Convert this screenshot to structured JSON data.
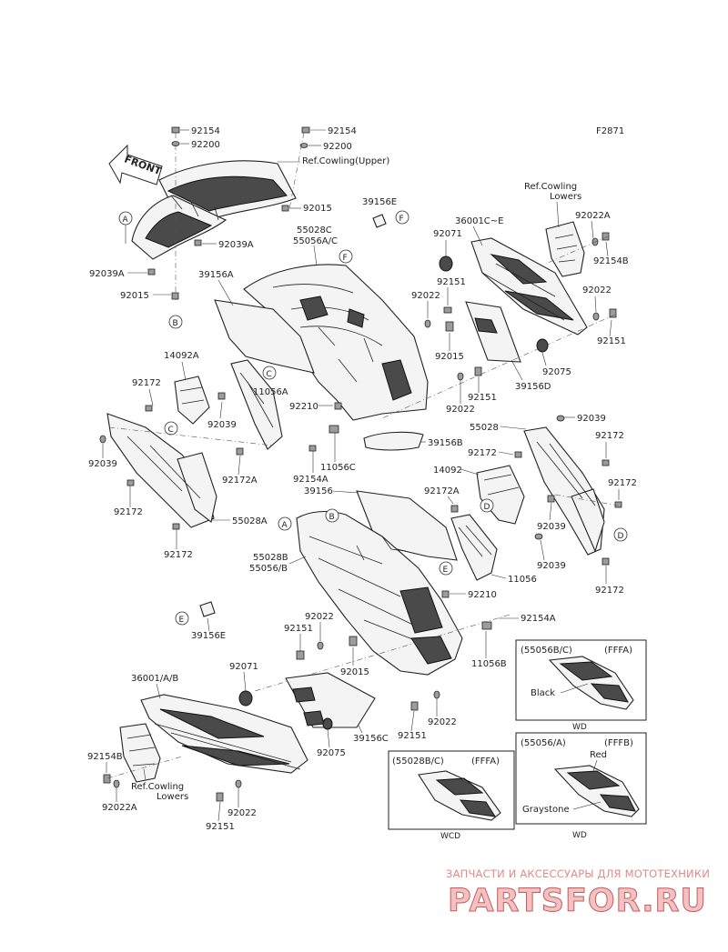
{
  "figure_code": "F2871",
  "front_label": "FRONT",
  "ref_notes": {
    "cowling_upper": "Ref.Cowling(Upper)",
    "cowling_lowers_top_l1": "Ref.Cowling",
    "cowling_lowers_top_l2": "Lowers",
    "cowling_lowers_bottom_l1": "Ref.Cowling",
    "cowling_lowers_bottom_l2": "Lowers"
  },
  "callouts": {
    "A1": "A",
    "A2": "A",
    "B1": "B",
    "B2": "B",
    "C1": "C",
    "C2": "C",
    "D1": "D",
    "D2": "D",
    "E1": "E",
    "E2": "E",
    "F1": "F",
    "F2": "F"
  },
  "part_labels": {
    "p92154_l": "92154",
    "p92200_l": "92200",
    "p92154_r": "92154",
    "p92200_r": "92200",
    "p92015_top": "92015",
    "p39156E_top": "39156E",
    "p92039A_r": "92039A",
    "p92039A_l": "92039A",
    "p92015_l": "92015",
    "p55028C": "55028C",
    "p55056AC": "55056A/C",
    "p39156A": "39156A",
    "p36001CE": "36001C~E",
    "p92071_top": "92071",
    "p92022A_top": "92022A",
    "p92154B_top": "92154B",
    "p92151_a": "92151",
    "p92022_a": "92022",
    "p92022_b": "92022",
    "p92151_b": "92151",
    "p92015_mid": "92015",
    "p92075_top": "92075",
    "p39156D": "39156D",
    "p92151_c": "92151",
    "p92022_c": "92022",
    "p14092A": "14092A",
    "p92172_a": "92172",
    "p11056A": "11056A",
    "p92039_l": "92039",
    "p92210_top": "92210",
    "p39156B": "39156B",
    "p11056C": "11056C",
    "p92154A_mid": "92154A",
    "p92172A_l": "92172A",
    "p92039_far": "92039",
    "p92172_b": "92172",
    "p55028A": "55028A",
    "p92172_c": "92172",
    "p92039_r": "92039",
    "p55028": "55028",
    "p92172_d": "92172",
    "p92172_e": "92172",
    "p14092": "14092",
    "p39156": "39156",
    "p92172A_r": "92172A",
    "p92172_f": "92172",
    "p92039_r2": "92039",
    "p92039_r3": "92039",
    "p55028B": "55028B",
    "p55056B": "55056/B",
    "p11056": "11056",
    "p92172_g": "92172",
    "p92210_mid": "92210",
    "p39156E_l": "39156E",
    "p92022_d": "92022",
    "p92151_d": "92151",
    "p92154A_r": "92154A",
    "p92015_bot": "92015",
    "p11056B": "11056B",
    "p36001AB": "36001/A/B",
    "p92071_bot": "92071",
    "p92022_e": "92022",
    "p92151_e": "92151",
    "p39156C": "39156C",
    "p92075_bot": "92075",
    "p92154B_bot": "92154B",
    "p92022A_bot": "92022A",
    "p92022_f": "92022",
    "p92151_f": "92151"
  },
  "insets": {
    "i1": {
      "code": "(55056B/C)",
      "color_code": "(FFFA)",
      "color": "Black",
      "region": "WD"
    },
    "i2": {
      "code": "(55028B/C)",
      "color_code": "(FFFA)",
      "region": "WCD"
    },
    "i3": {
      "code": "(55056/A)",
      "color_code": "(FFFB)",
      "color_top": "Red",
      "color_bottom": "Graystone",
      "region": "WD"
    }
  },
  "watermark": {
    "line1": "ЗАПЧАСТИ И АКСЕССУАРЫ ДЛЯ МОТОТЕХНИКИ",
    "line2": "PARTSFOR.RU"
  },
  "colors": {
    "ink": "#222222",
    "watermark_red": "#c85a5a"
  }
}
